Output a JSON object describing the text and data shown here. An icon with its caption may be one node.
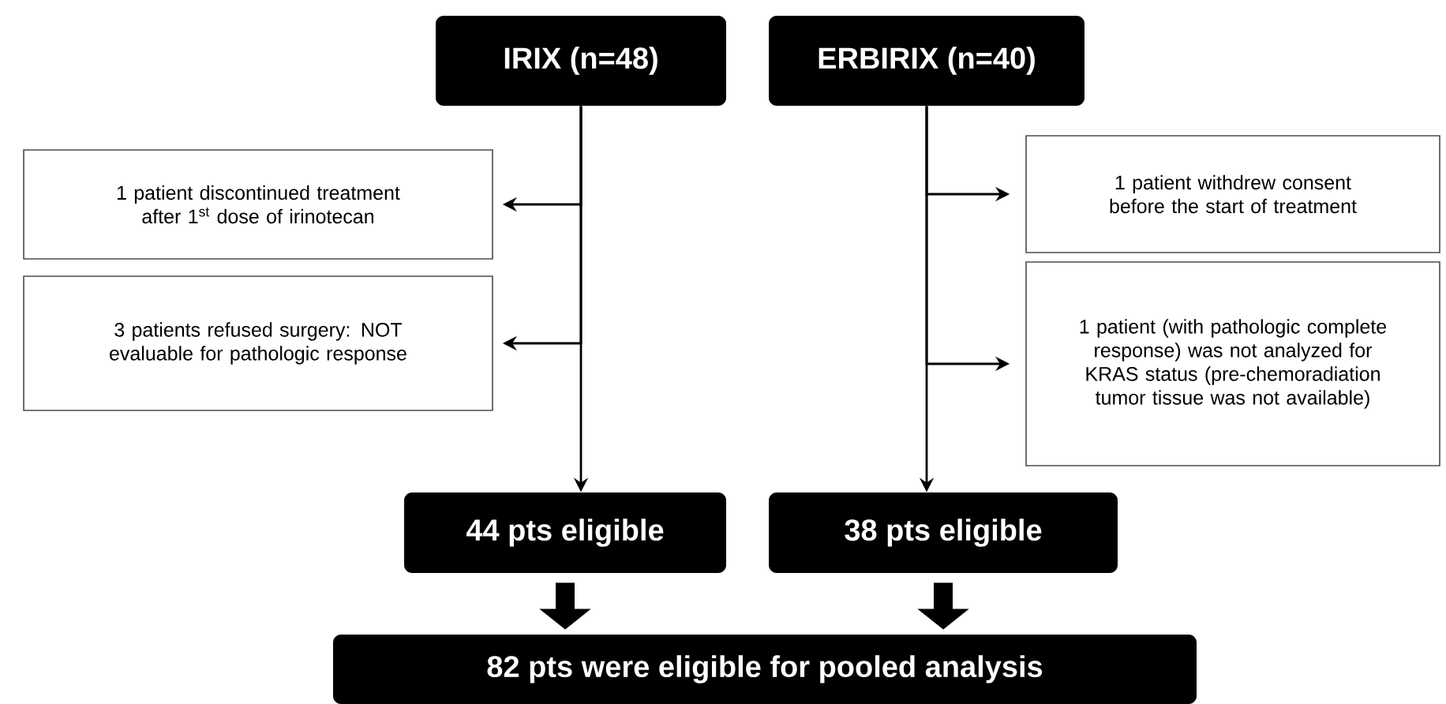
{
  "diagram": {
    "nodes": [
      {
        "text": [
          "IRIX (n=48)"
        ]
      },
      {
        "text": [
          "ERBIRIX  (n=40)"
        ]
      },
      {
        "text": [
          "1 patient discontinued treatment after 1$^{st}$ dose of irinotecan"
        ]
      },
      {
        "text": [
          "3 patients refused surgery: NOT evaluable for pathologic response"
        ]
      },
      {
        "text": [
          "1 patient withdrew consent before the start of treatment"
        ]
      },
      {
        "text": [
          "1 patient (with pathologic complete response) was not analyzed for KRAS status (pre-chemoradiation tumor tissue was not available)"
        ]
      },
      {
        "text": [
          "44 pts eligible"
        ]
      },
      {
        "text": [
          "38 pts eligible"
        ]
      },
      {
        "text": [
          "82 pts were eligible for pooled analysis"
        ]
      }
    ],
    "edges": [
      {
        "from": 0,
        "to": 2,
        "arrow": "to"
      },
      {
        "from": 0,
        "to": 3,
        "arrow": "to"
      },
      {
        "from": 0,
        "to": 6,
        "arrow": "to"
      },
      {
        "from": 1,
        "to": 4,
        "arrow": "to"
      },
      {
        "from": 1,
        "to": 5,
        "arrow": "to"
      },
      {
        "from": 1,
        "to": 7,
        "arrow": "to"
      },
      {
        "from": 6,
        "to": 8,
        "arrow": "to",
        "style": "thick"
      },
      {
        "from": 7,
        "to": 8,
        "arrow": "to",
        "style": "thick"
      }
    ]
  }
}
